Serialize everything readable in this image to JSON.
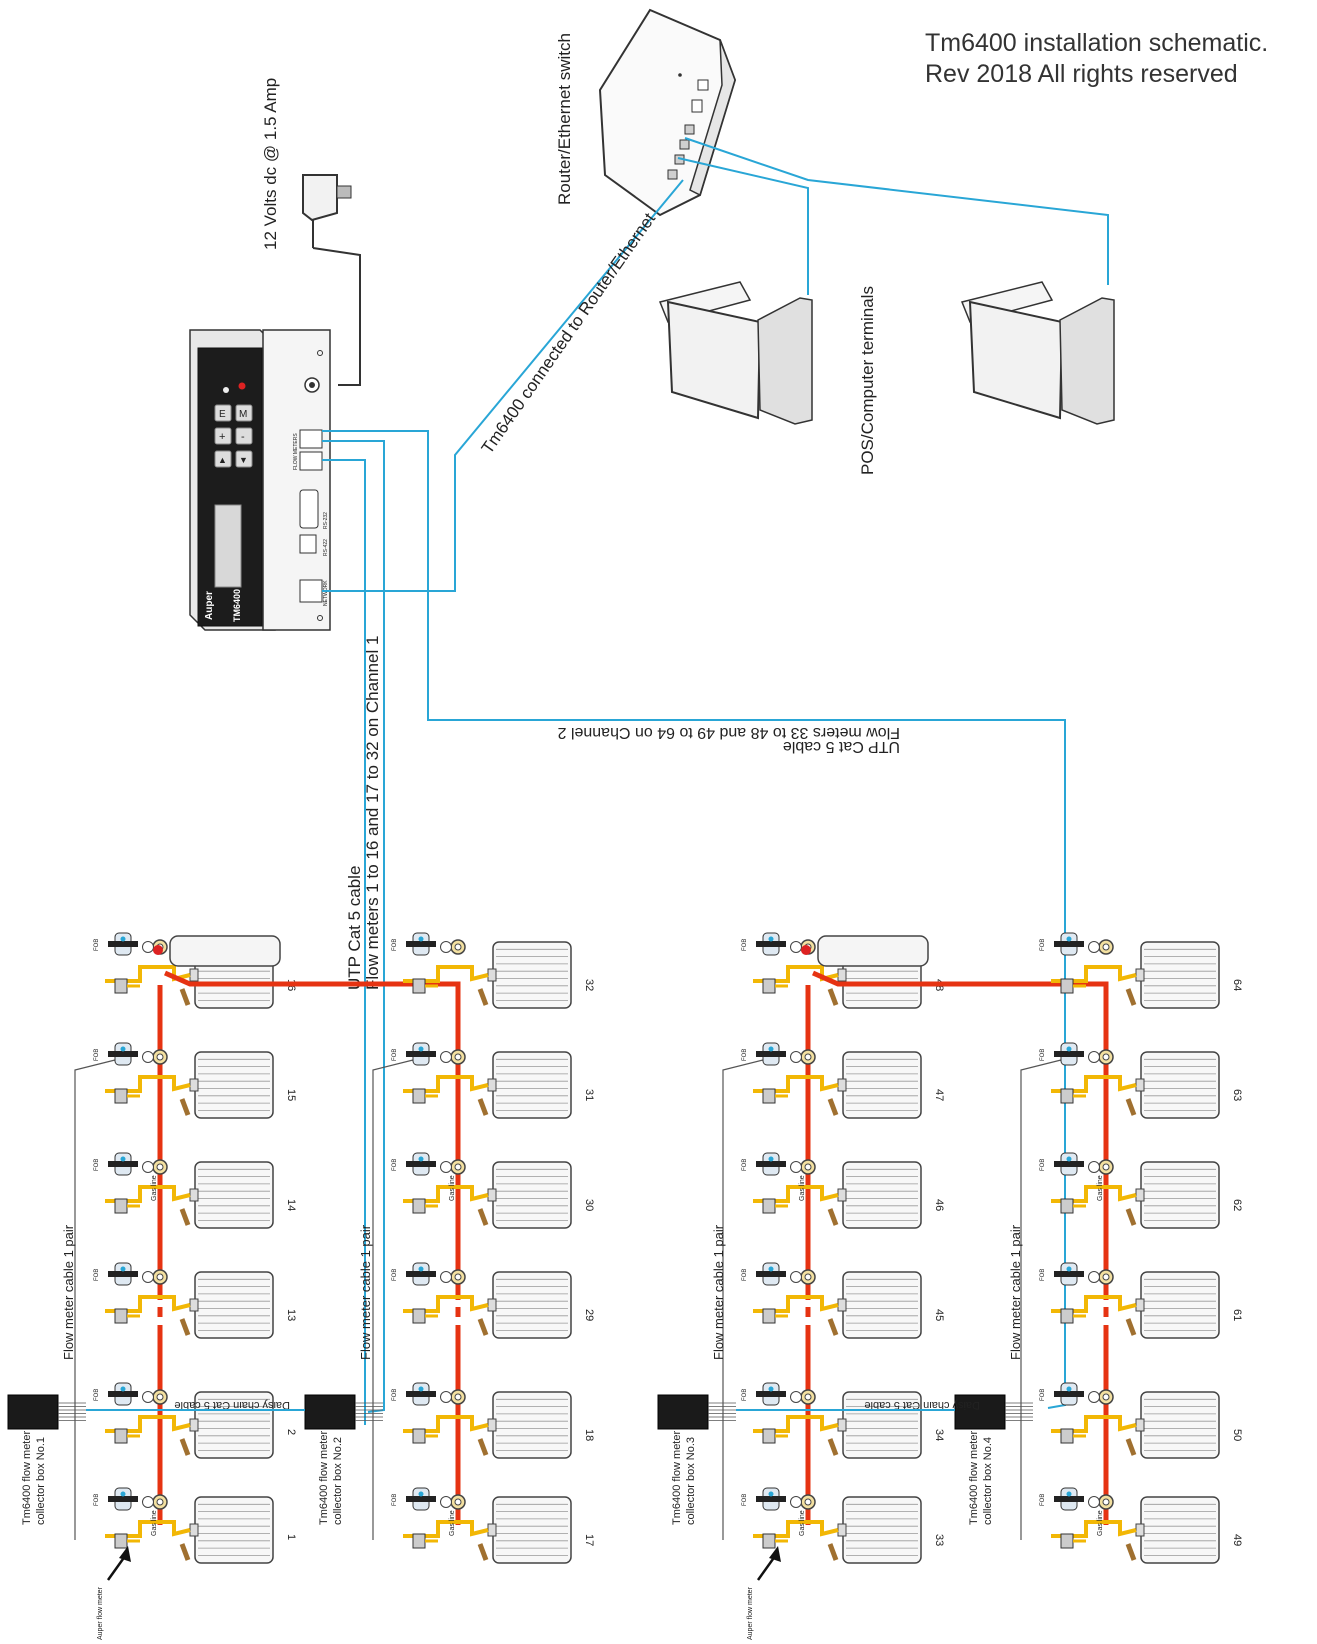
{
  "title": {
    "line1": "Tm6400 installation schematic.",
    "line2": "Rev 2018 All rights reserved"
  },
  "router": {
    "label": "Router/Ethernet switch"
  },
  "power": {
    "label": "12 Volts dc @ 1.5 Amp"
  },
  "controller": {
    "brand": "Auper",
    "model": "TM6400",
    "keys": [
      "E",
      "M",
      "+",
      "-",
      "▲",
      "▼"
    ],
    "ports": [
      "NETWORK",
      "RS-422",
      "RS-232",
      "FLOW METERS"
    ]
  },
  "ethernet_link": {
    "label": "Tm6400 connected to Router/Ethernet"
  },
  "terminals": {
    "label": "POS/Computer terminals"
  },
  "channel1_cable": {
    "line1": "UTP Cat 5 cable",
    "line2": "Flow meters 1 to 16 and 17 to 32 on Channel 1"
  },
  "channel2_cable": {
    "line1": "UTP Cat 5 cable",
    "line2": "Flow meters 33 to 48 and 49 to 64 on Channel 2"
  },
  "labels": {
    "flow_meter_cable": "Flow meter cable 1 pair",
    "daisy_chain": "Daisy chain Cat 5 cable",
    "gas_line": "Gas line",
    "fob": "FOB",
    "auper_flow_meter": "Auper flow meter"
  },
  "collector_boxes": [
    {
      "line1": "Tm6400 flow meter",
      "line2": "collector box No.1"
    },
    {
      "line1": "Tm6400 flow meter",
      "line2": "collector box No.2"
    },
    {
      "line1": "Tm6400 flow meter",
      "line2": "collector box No.3"
    },
    {
      "line1": "Tm6400 flow meter",
      "line2": "collector box No.4"
    }
  ],
  "keg_rows": [
    [
      "1",
      "2",
      "13",
      "14",
      "15",
      "16"
    ],
    [
      "17",
      "18",
      "29",
      "30",
      "31",
      "32"
    ],
    [
      "33",
      "34",
      "45",
      "46",
      "47",
      "48"
    ],
    [
      "49",
      "50",
      "61",
      "62",
      "63",
      "64"
    ]
  ],
  "colors": {
    "data_cable": "#29a6d6",
    "gas_line": "#e63312",
    "beer_line": "#f2b705",
    "box": "#1a1a1a"
  }
}
